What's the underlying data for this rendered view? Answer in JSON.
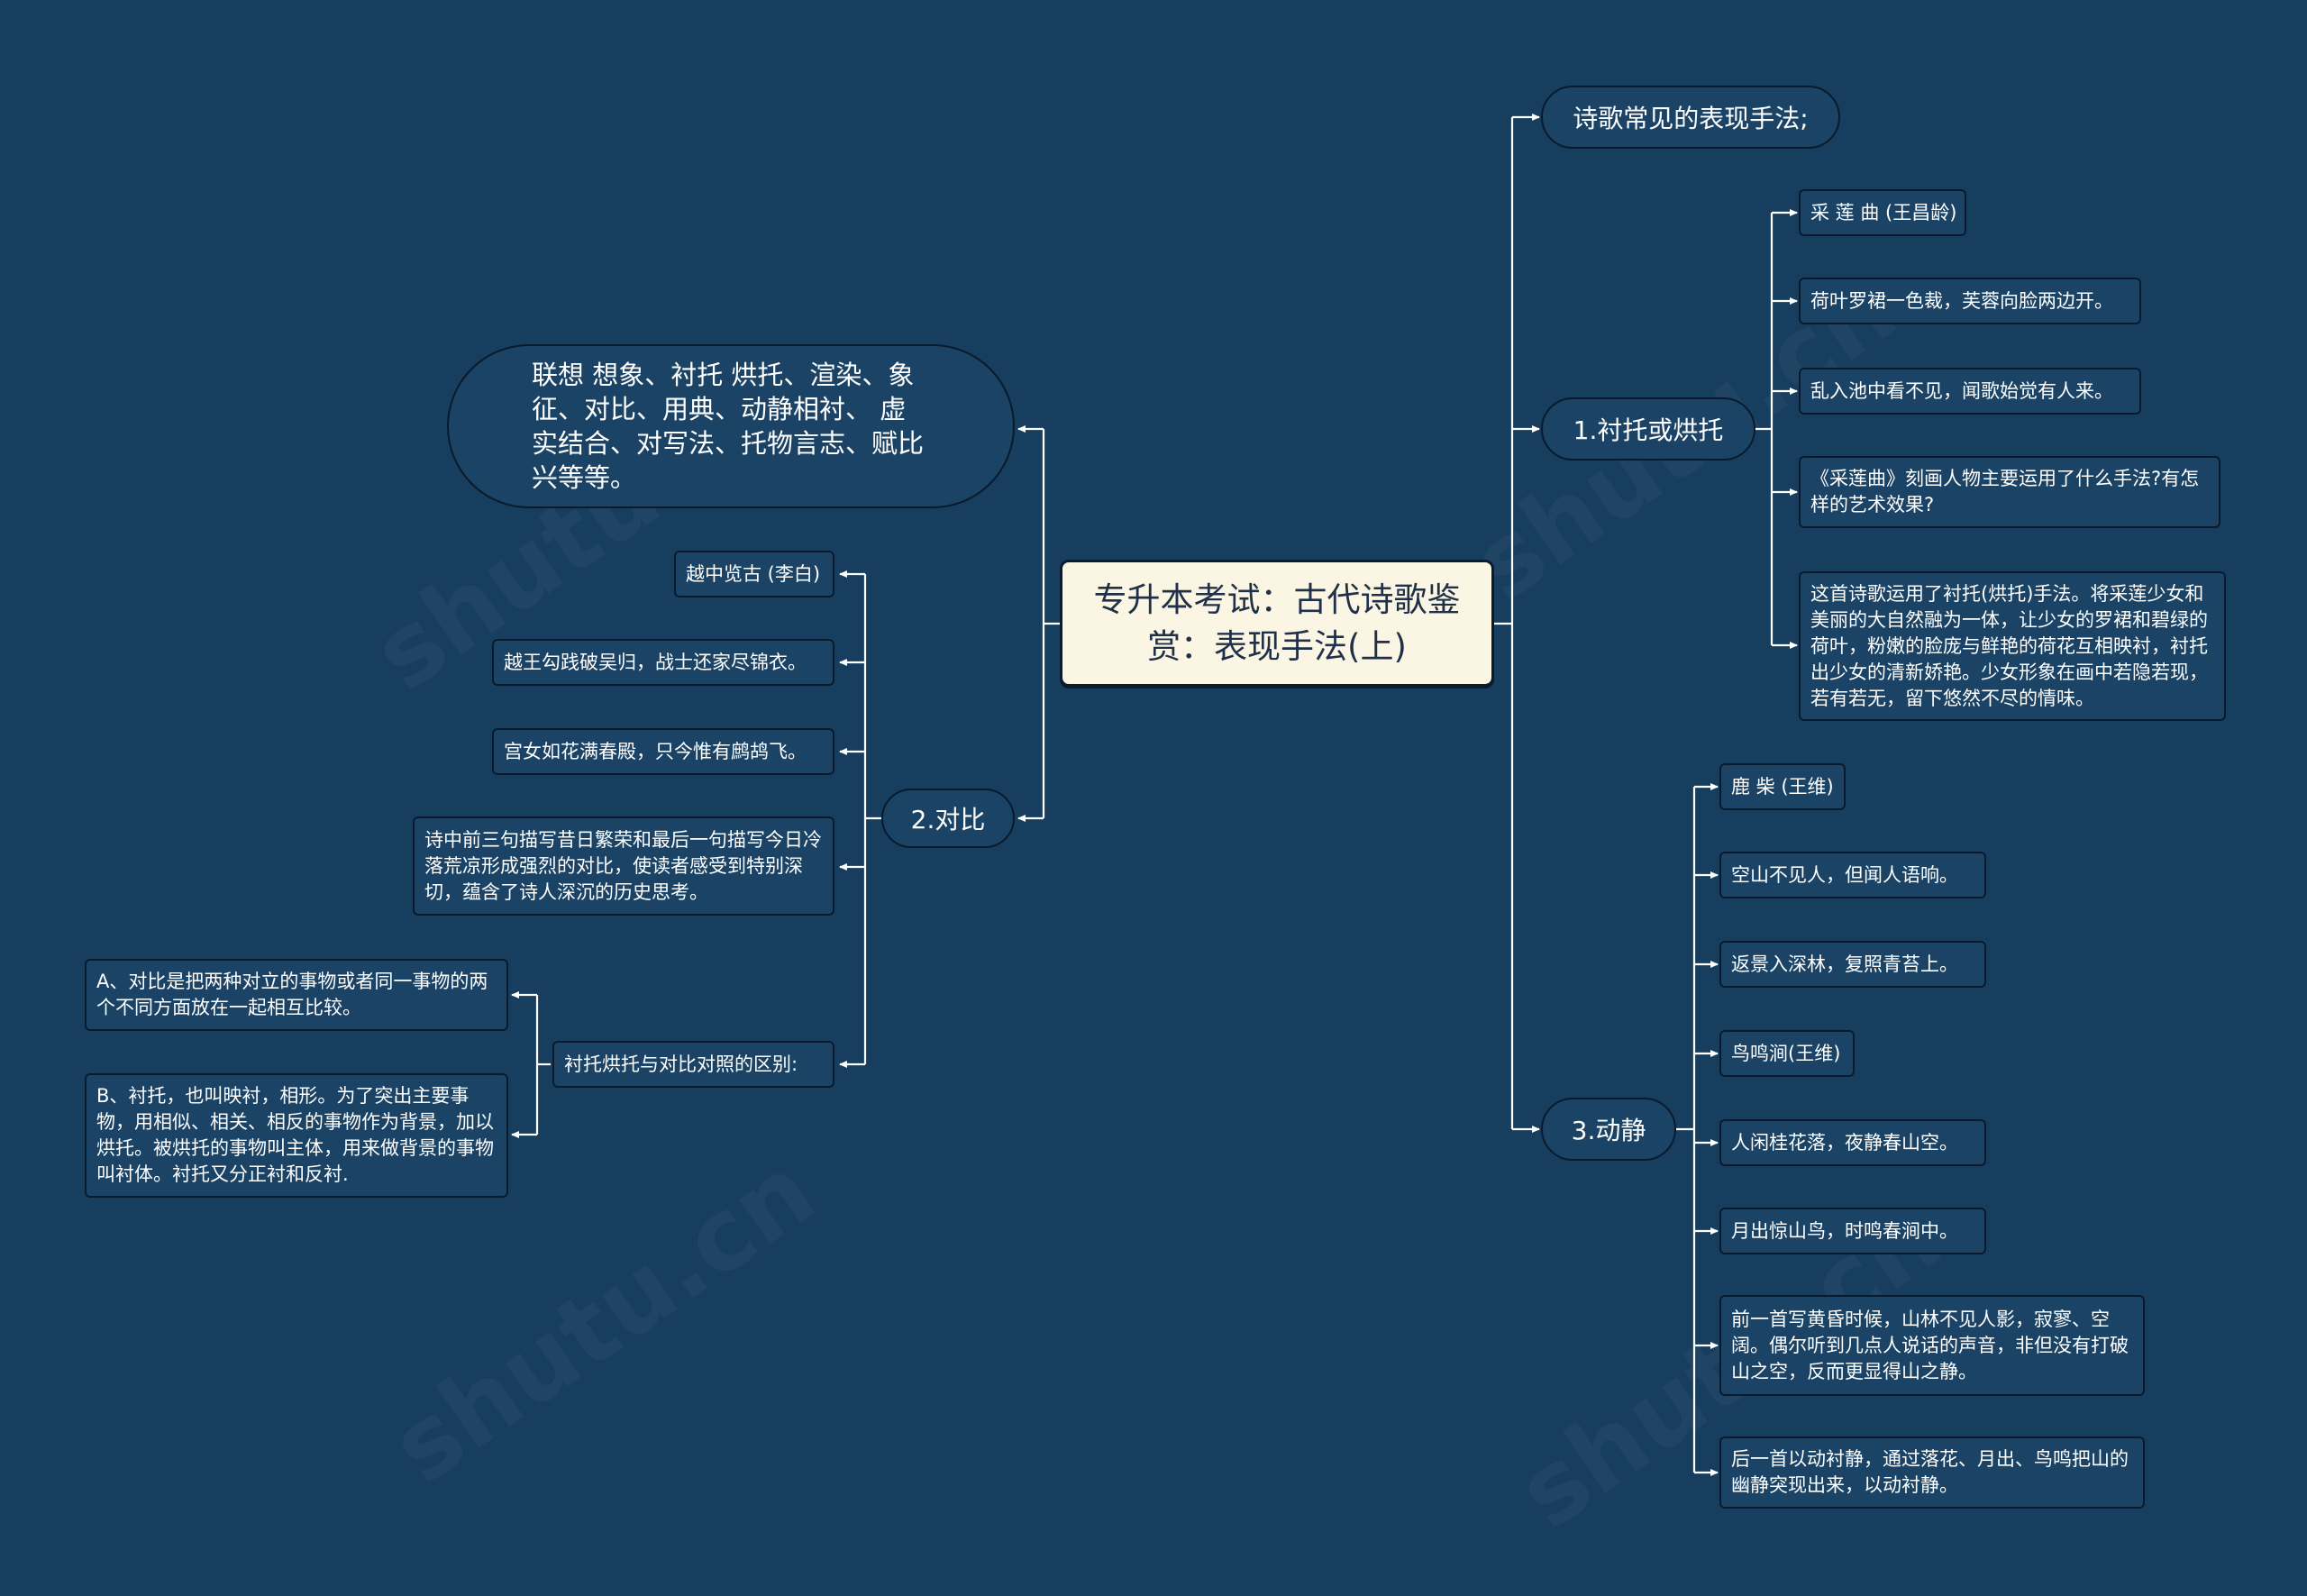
{
  "root": {
    "title": "专升本考试：古代诗歌鉴赏：表现手法(上)"
  },
  "branches": {
    "common": {
      "label": "诗歌常见的表现手法;"
    },
    "methods_list": {
      "text": "联想 想象、衬托 烘托、渲染、象征、对比、用典、动静相衬、 虚实结合、对写法、托物言志、赋比兴等等。"
    },
    "contrast_heighten": {
      "label": "1.衬托或烘托",
      "items": [
        "采 莲 曲 (王昌龄)",
        "荷叶罗裙一色裁，芙蓉向脸两边开。",
        "乱入池中看不见，闻歌始觉有人来。",
        "《采莲曲》刻画人物主要运用了什么手法?有怎样的艺术效果?",
        "这首诗歌运用了衬托(烘托)手法。将采莲少女和美丽的大自然融为一体，让少女的罗裙和碧绿的荷叶，粉嫩的脸庞与鲜艳的荷花互相映衬，衬托出少女的清新娇艳。少女形象在画中若隐若现，若有若无，留下悠然不尽的情味。"
      ]
    },
    "contrast": {
      "label": "2.对比",
      "items": [
        "越中览古 (李白)",
        "越王勾践破吴归，战士还家尽锦衣。",
        "宫女如花满春殿，只今惟有鹧鸪飞。",
        "诗中前三句描写昔日繁荣和最后一句描写今日冷落荒凉形成强烈的对比，使读者感受到特别深切，蕴含了诗人深沉的历史思考。"
      ],
      "difference": {
        "label": "衬托烘托与对比对照的区别:",
        "items": [
          "A、对比是把两种对立的事物或者同一事物的两个不同方面放在一起相互比较。",
          "B、衬托，也叫映衬，相形。为了突出主要事物，用相似、相关、相反的事物作为背景，加以烘托。被烘托的事物叫主体，用来做背景的事物叫衬体。衬托又分正衬和反衬."
        ]
      }
    },
    "motion_stillness": {
      "label": "3.动静",
      "items": [
        "鹿 柴 (王维)",
        "空山不见人，但闻人语响。",
        "返景入深林，复照青苔上。",
        "鸟鸣涧(王维)",
        "人闲桂花落，夜静春山空。",
        "月出惊山鸟，时鸣春涧中。",
        "前一首写黄昏时候，山林不见人影，寂寥、空阔。偶尔听到几点人说话的声音，非但没有打破山之空，反而更显得山之静。",
        "后一首以动衬静，通过落花、月出、鸟鸣把山的幽静突现出来，以动衬静。"
      ]
    }
  },
  "colors": {
    "background": "#173e5f",
    "node_fill": "#1a4366",
    "root_fill": "#fbf6e3",
    "connector": "#ffffff"
  }
}
